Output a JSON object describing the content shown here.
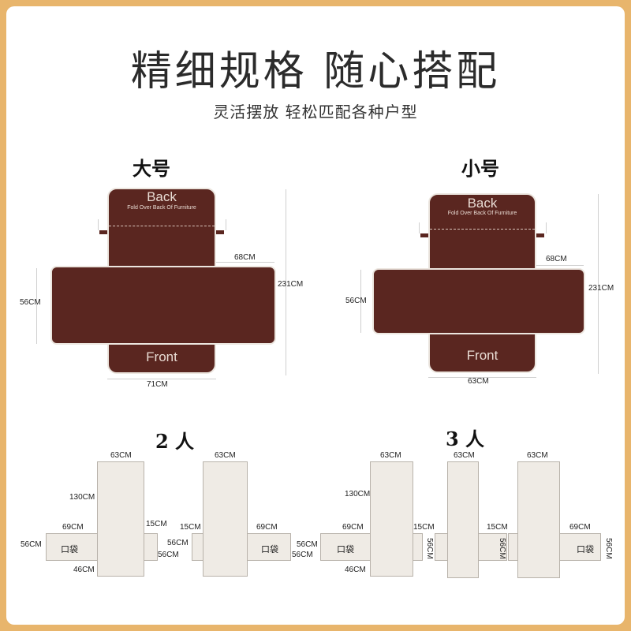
{
  "header": {
    "title": "精细规格 随心搭配",
    "subtitle": "灵活摆放 轻松匹配各种户型"
  },
  "large": {
    "label": "大号",
    "back": "Back",
    "back_sub": "Fold Over Back Of Furniture",
    "front": "Front",
    "dims": {
      "arm": "68CM",
      "height": "231CM",
      "side": "56CM",
      "width": "71CM"
    }
  },
  "small": {
    "label": "小号",
    "back": "Back",
    "back_sub": "Fold Over Back Of Furniture",
    "front": "Front",
    "dims": {
      "arm": "68CM",
      "height": "231CM",
      "side": "56CM",
      "width": "63CM"
    }
  },
  "two_seat": {
    "label": "2 人",
    "a": {
      "top": "63CM",
      "height": "130CM",
      "arm_w": "69CM",
      "arm_gap": "15CM",
      "left": "56CM",
      "right": "56CM",
      "bottom": "46CM",
      "pocket": "口袋"
    },
    "b": {
      "top": "63CM",
      "arm_gap": "15CM",
      "arm_w": "69CM",
      "left": "56CM",
      "left2": "56CM",
      "pocket": "口袋"
    }
  },
  "three_seat": {
    "label": "3 人",
    "a": {
      "top": "63CM",
      "height": "130CM",
      "arm_w": "69CM",
      "arm_gap": "15CM",
      "left": "56CM",
      "side": "56CM",
      "bottom": "46CM",
      "pocket": "口袋"
    },
    "b": {
      "top": "63CM",
      "arm_gap": "15CM",
      "side": "56CM"
    },
    "c": {
      "top": "63CM",
      "arm_w": "69CM",
      "side": "56CM",
      "pocket": "口袋"
    }
  }
}
